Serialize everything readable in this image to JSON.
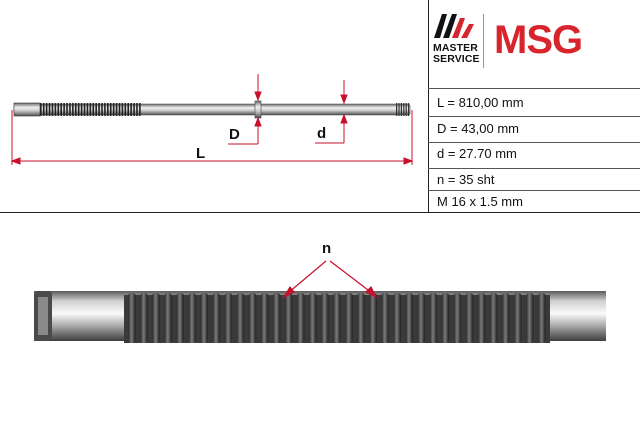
{
  "brand": {
    "line1": "MASTER",
    "line2": "SERVICE",
    "wordmark": "MSG",
    "brand_color": "#d8242c"
  },
  "specs": [
    "L = 810,00 mm",
    "D = 43,00 mm",
    "d = 27.70 mm",
    "n = 35 sht",
    "M 16 x 1.5 mm"
  ],
  "diagram": {
    "label_L": "L",
    "label_D": "D",
    "label_d": "d",
    "dimension_color": "#c8102e"
  },
  "detail": {
    "label_n": "n",
    "tooth_count": 35
  }
}
